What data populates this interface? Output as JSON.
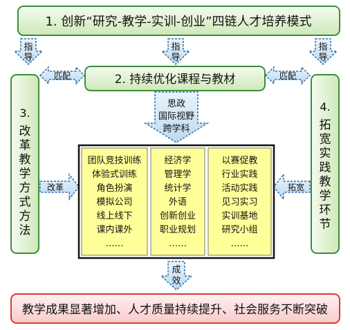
{
  "top_box": {
    "label": "1. 创新“研究-教学-实训-创业”四链人才培养模式"
  },
  "middle_box": {
    "label": "2. 持续优化课程与教材"
  },
  "left_box": {
    "number": "3.",
    "chars": [
      "改",
      "革",
      "教",
      "学",
      "方",
      "式",
      "方",
      "法"
    ]
  },
  "right_box": {
    "number": "4.",
    "chars": [
      "拓",
      "宽",
      "实",
      "践",
      "教",
      "学",
      "环",
      "节"
    ]
  },
  "bottom_box": {
    "label": "教学成果显著增加、人才质量持续提升、社会服务不断突破"
  },
  "arrows": {
    "guide_left": [
      "指",
      "导"
    ],
    "guide_center": [
      "指",
      "导"
    ],
    "guide_right": [
      "指",
      "导"
    ],
    "match_left": "匹配",
    "match_right": "匹配",
    "center_down": [
      "思政",
      "国际视野",
      "跨学科"
    ],
    "reform": "改革",
    "expand": "拓宽",
    "result": [
      "成",
      "效"
    ]
  },
  "columns": [
    [
      "团队竞技训练",
      "体验式训练",
      "角色扮演",
      "模拟公司",
      "线上线下",
      "课内课外",
      "……"
    ],
    [
      "经济学",
      "管理学",
      "统计学",
      "外语",
      "创新创业",
      "职业规划",
      "……"
    ],
    [
      "以赛促教",
      "行业实践",
      "活动实践",
      "见习实习",
      "实训基地",
      "研究小组",
      "……"
    ]
  ],
  "colors": {
    "green_fill": "#dff0cf",
    "green_stroke": "#3c8c3c",
    "yellow_fill": "#ffff99",
    "bottom_fill": "#fbdada",
    "bottom_stroke": "#d33a3a",
    "arrow_fill": "#d3e7f6",
    "arrow_stroke": "#2d6fa8"
  }
}
